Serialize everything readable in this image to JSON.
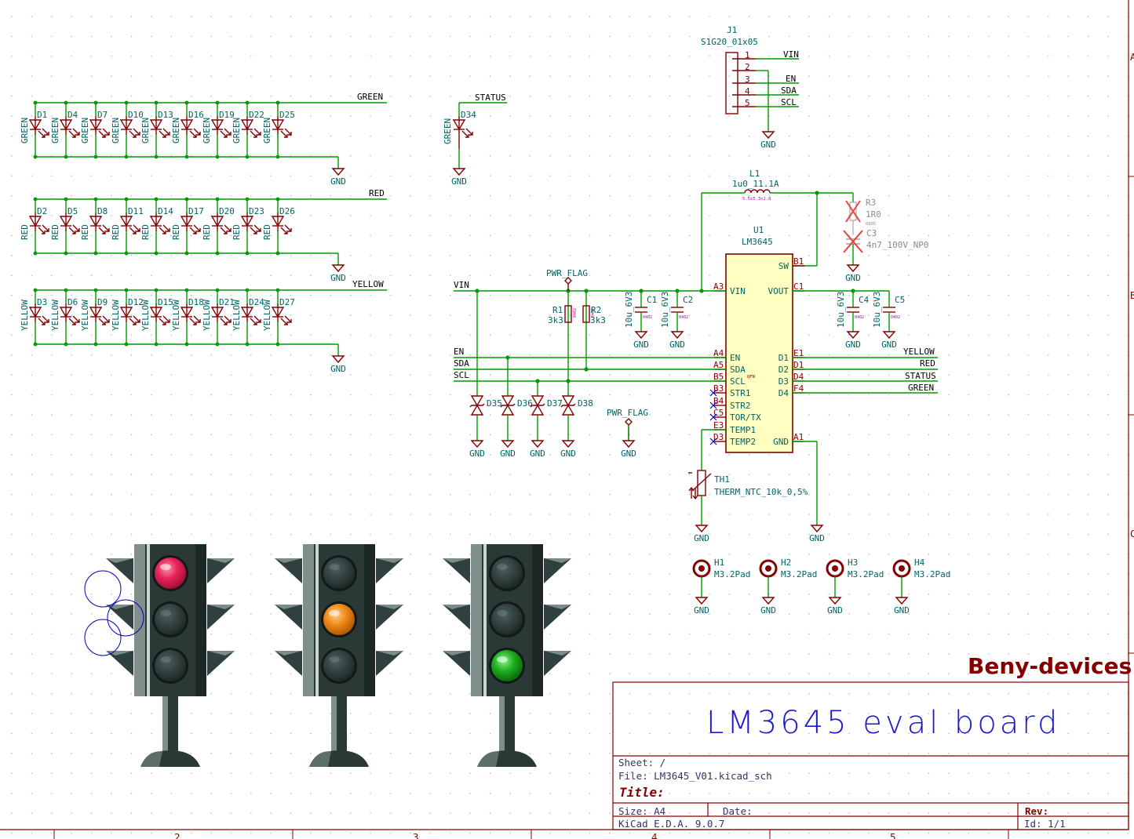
{
  "connector": {
    "ref": "J1",
    "value": "S1G20_01x05",
    "pins": [
      "1",
      "2",
      "3",
      "4",
      "5"
    ],
    "nets": [
      "VIN",
      "",
      "EN",
      "SDA",
      "SCL"
    ]
  },
  "net_labels": {
    "green": "GREEN",
    "red": "RED",
    "yellow": "YELLOW",
    "status": "STATUS",
    "vin": "VIN",
    "en": "EN",
    "sda": "SDA",
    "scl": "SCL"
  },
  "gnd": "GND",
  "pwr_flag": "PWR_FLAG",
  "led_rows": [
    {
      "color_label": "GREEN",
      "refs": [
        "D1",
        "D4",
        "D7",
        "D10",
        "D13",
        "D16",
        "D19",
        "D22",
        "D25"
      ]
    },
    {
      "color_label": "RED",
      "refs": [
        "D2",
        "D5",
        "D8",
        "D11",
        "D14",
        "D17",
        "D20",
        "D23",
        "D26"
      ]
    },
    {
      "color_label": "YELLOW",
      "refs": [
        "D3",
        "D6",
        "D9",
        "D12",
        "D15",
        "D18",
        "D21",
        "D24",
        "D27"
      ]
    }
  ],
  "status_led": {
    "ref": "D34",
    "color_label": "GREEN"
  },
  "inductor": {
    "ref": "L1",
    "value": "1u0_11.1A",
    "footprint": "5.5x5.3x2.8"
  },
  "r3": {
    "ref": "R3",
    "value": "1R0",
    "footprint": "0805"
  },
  "c3": {
    "ref": "C3",
    "value": "4n7_100V_NP0"
  },
  "ic": {
    "ref": "U1",
    "value": "LM3645",
    "package": "QFN",
    "left_pins": [
      {
        "num": "A3",
        "name": "VIN"
      },
      {
        "num": "A4",
        "name": "EN"
      },
      {
        "num": "A5",
        "name": "SDA"
      },
      {
        "num": "B5",
        "name": "SCL"
      },
      {
        "num": "B3",
        "name": "STR1"
      },
      {
        "num": "B4",
        "name": "STR2"
      },
      {
        "num": "C5",
        "name": "TOR/TX"
      },
      {
        "num": "E3",
        "name": "TEMP1"
      },
      {
        "num": "D3",
        "name": "TEMP2"
      }
    ],
    "right_pins": [
      {
        "num": "B1",
        "name": "SW"
      },
      {
        "num": "C1",
        "name": "VOUT"
      },
      {
        "num": "E1",
        "name": "D1"
      },
      {
        "num": "D1",
        "name": "D2"
      },
      {
        "num": "D4",
        "name": "D3"
      },
      {
        "num": "F4",
        "name": "D4"
      },
      {
        "num": "A1",
        "name": "GND"
      }
    ]
  },
  "r1": {
    "ref": "R1",
    "value": "3k3",
    "footprint": "0402"
  },
  "r2": {
    "ref": "R2",
    "value": "3k3",
    "footprint": "0402"
  },
  "c1": {
    "ref": "C1",
    "value": "10u_6V3",
    "footprint": "0402"
  },
  "c2": {
    "ref": "C2",
    "value": "10u_6V3",
    "footprint": "0402"
  },
  "c4": {
    "ref": "C4",
    "value": "10u_6V3",
    "footprint": "0402"
  },
  "c5": {
    "ref": "C5",
    "value": "10u_6V3",
    "footprint": "0402"
  },
  "tvs": [
    "D35",
    "D36",
    "D37",
    "D38"
  ],
  "thermistor": {
    "ref": "TH1",
    "value": "THERM_NTC_10k_0,5%"
  },
  "holes": [
    {
      "ref": "H1",
      "value": "M3.2Pad"
    },
    {
      "ref": "H2",
      "value": "M3.2Pad"
    },
    {
      "ref": "H3",
      "value": "M3.2Pad"
    },
    {
      "ref": "H4",
      "value": "M3.2Pad"
    }
  ],
  "traffic_lights": [
    {
      "lit": "red",
      "color": "#e8235a"
    },
    {
      "lit": "amber",
      "color": "#f08a1c"
    },
    {
      "lit": "green",
      "color": "#1fae1f"
    }
  ],
  "brand": "Beny-devices",
  "title_block": {
    "title": "LM3645 eval board",
    "sheet": "Sheet: /",
    "file": "File: LM3645_V01.kicad_sch",
    "title_label": "Title:",
    "size": "Size: A4",
    "date": "Date:",
    "rev": "Rev:",
    "kicad": "KiCad E.D.A. 9.0.7",
    "id": "Id: 1/1"
  },
  "frame_refs": {
    "right": [
      "A",
      "B",
      "C"
    ],
    "bottom": [
      "2",
      "3",
      "4",
      "5"
    ]
  }
}
